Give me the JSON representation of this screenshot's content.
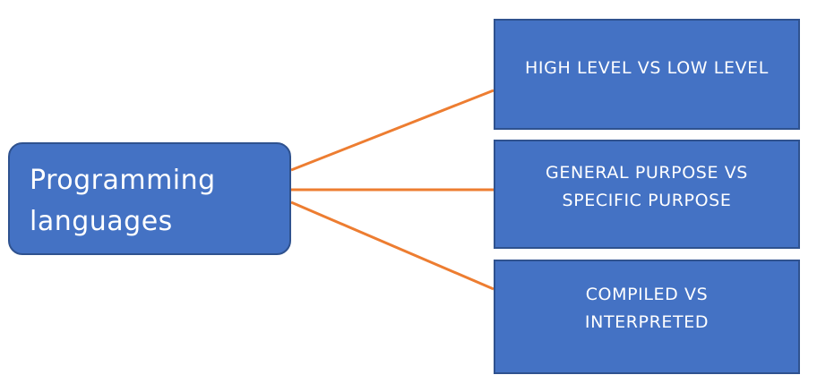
{
  "root": {
    "line1": "Programming",
    "line2": "languages"
  },
  "branches": [
    {
      "line1": "HIGH LEVEL VS LOW LEVEL",
      "line2": ""
    },
    {
      "line1": "GENERAL PURPOSE VS",
      "line2": "SPECIFIC PURPOSE"
    },
    {
      "line1": "COMPILED VS",
      "line2": "INTERPRETED"
    }
  ],
  "colors": {
    "node_fill": "#4472c4",
    "node_border": "#2f528f",
    "connector": "#ed7d31",
    "text": "#ffffff"
  }
}
